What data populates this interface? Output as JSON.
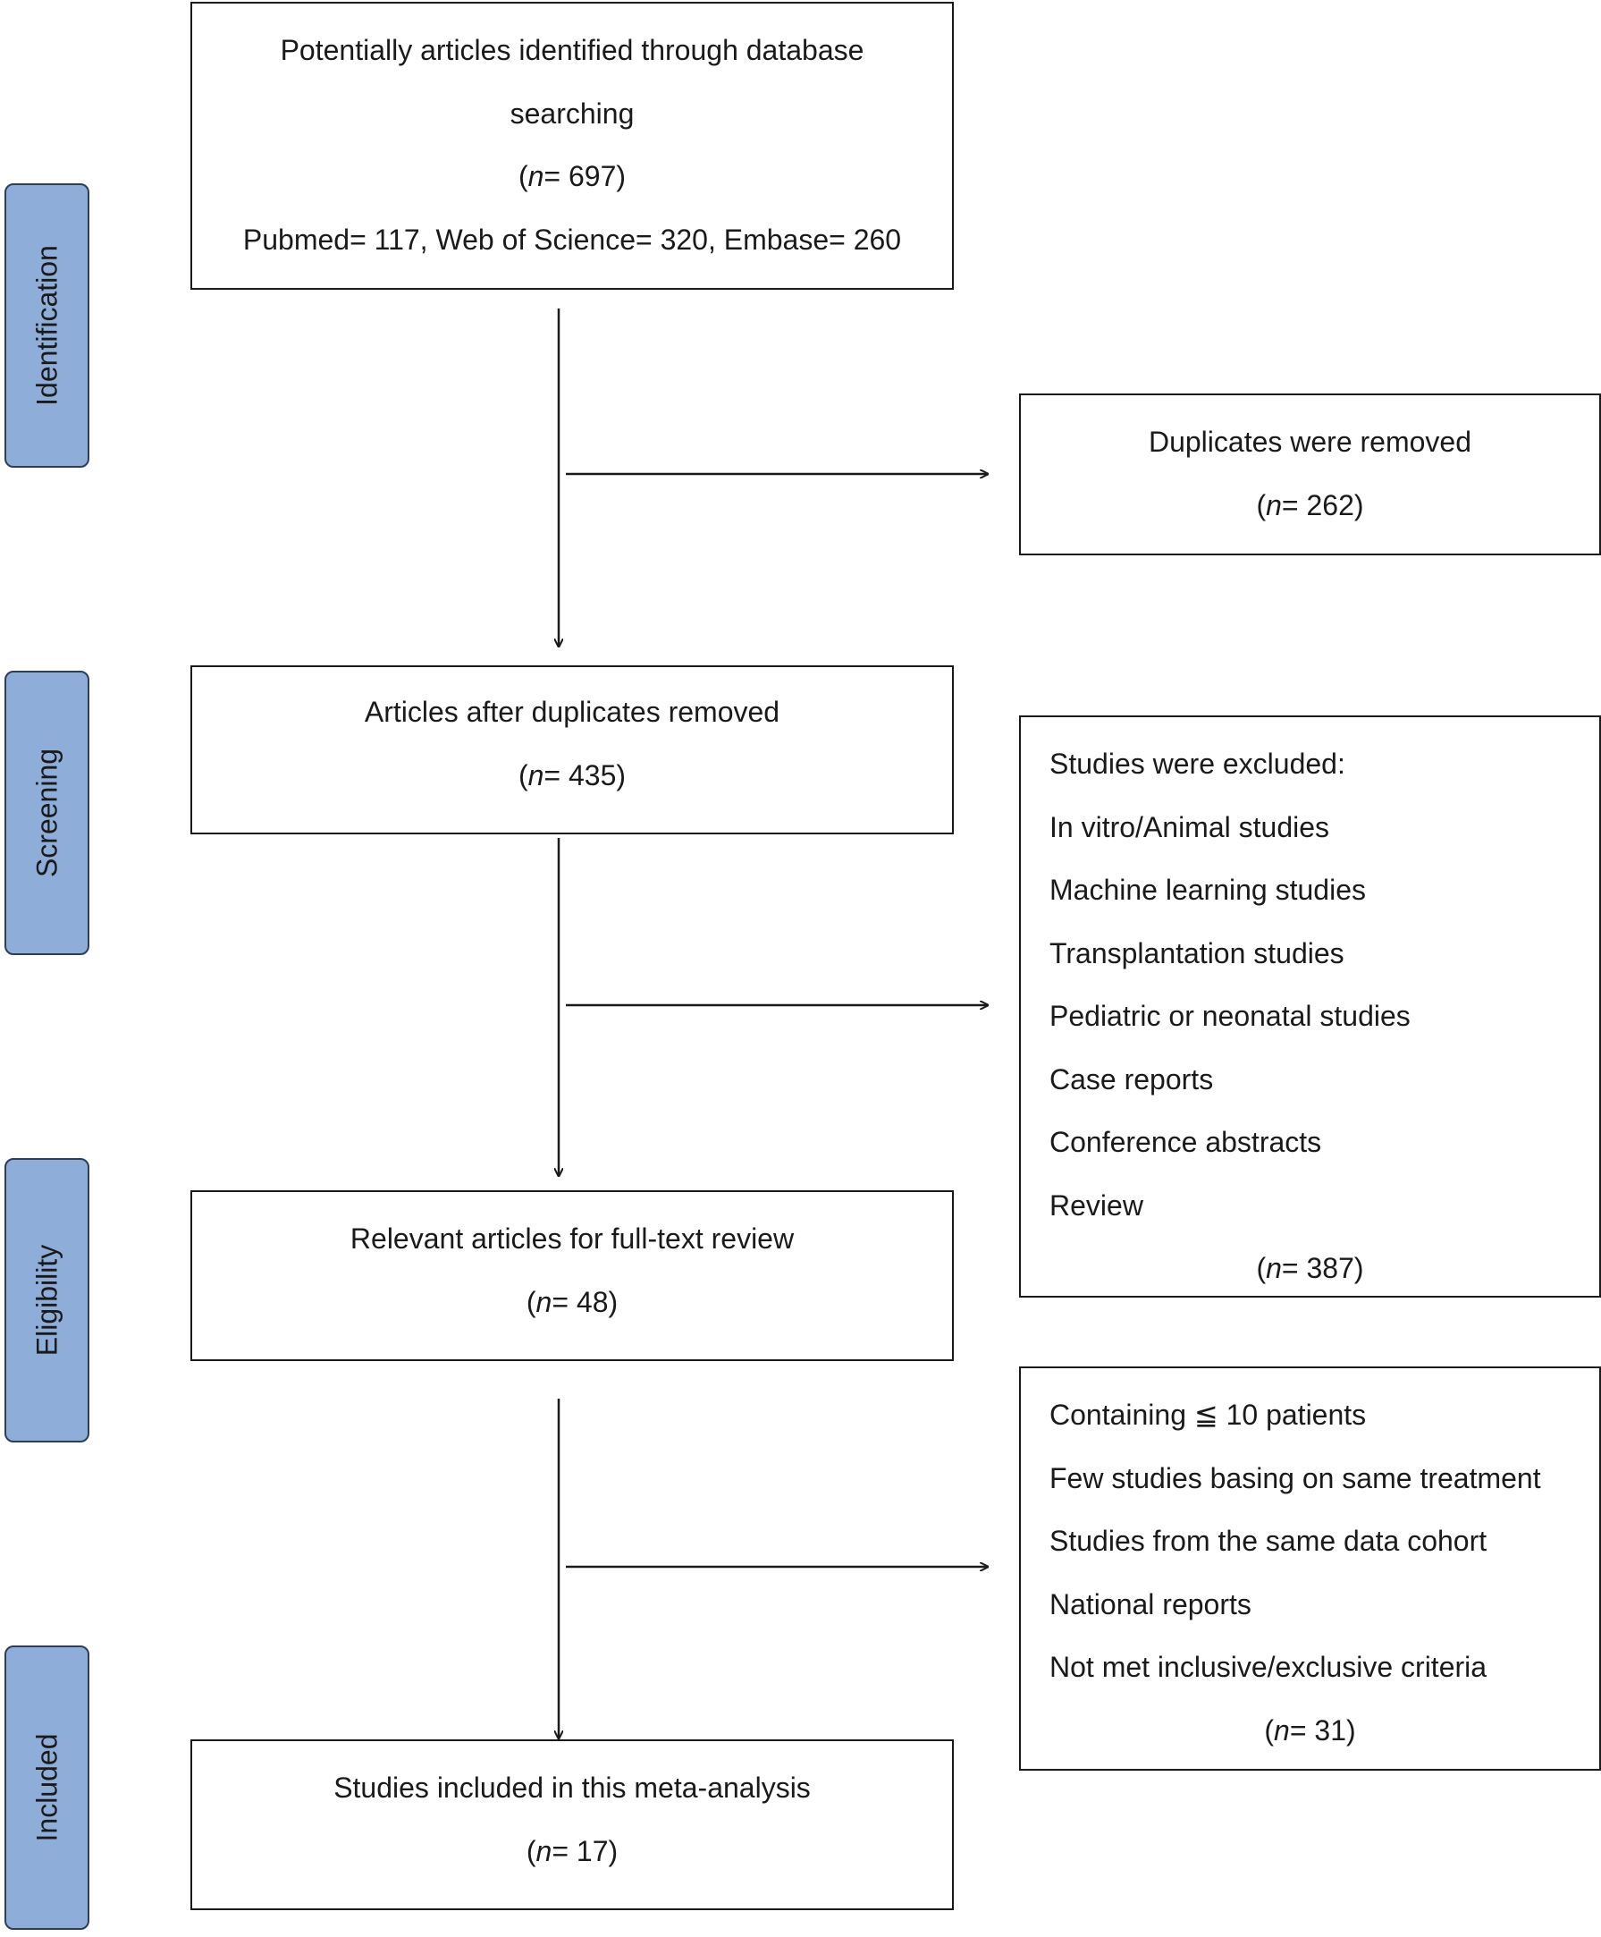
{
  "stages": [
    "Identification",
    "Screening",
    "Eligibility",
    "Included"
  ],
  "boxes": {
    "identified": {
      "title_line1": "Potentially articles identified through database",
      "title_line2": "searching",
      "count_prefix": "(",
      "count_n": "n",
      "count_rest": "= 697)",
      "sources": "Pubmed= 117, Web of Science= 320, Embase= 260"
    },
    "duplicates": {
      "title": "Duplicates were removed",
      "count_prefix": "(",
      "count_n": "n",
      "count_rest": "= 262)"
    },
    "after_duplicates": {
      "title": "Articles after duplicates removed",
      "count_prefix": "(",
      "count_n": "n",
      "count_rest": "= 435)"
    },
    "excluded_screening": {
      "items": [
        "Studies were excluded:",
        "In vitro/Animal studies",
        "Machine learning studies",
        "Transplantation studies",
        "Pediatric or neonatal studies",
        "Case reports",
        "Conference abstracts",
        "Review"
      ],
      "count_prefix": "(",
      "count_n": "n",
      "count_rest": "= 387)"
    },
    "full_text": {
      "title": "Relevant articles for full-text review",
      "count_prefix": "(",
      "count_n": "n",
      "count_rest": "= 48)"
    },
    "excluded_eligibility": {
      "items": [
        "Containing  ≦  10 patients",
        "Few studies basing on same treatment",
        "Studies from the same data cohort",
        "National reports",
        "Not met inclusive/exclusive criteria"
      ],
      "count_prefix": "(",
      "count_n": "n",
      "count_rest": "= 31)"
    },
    "included": {
      "title": "Studies included in this meta-analysis",
      "count_prefix": "(",
      "count_n": "n",
      "count_rest": "= 17)"
    }
  }
}
